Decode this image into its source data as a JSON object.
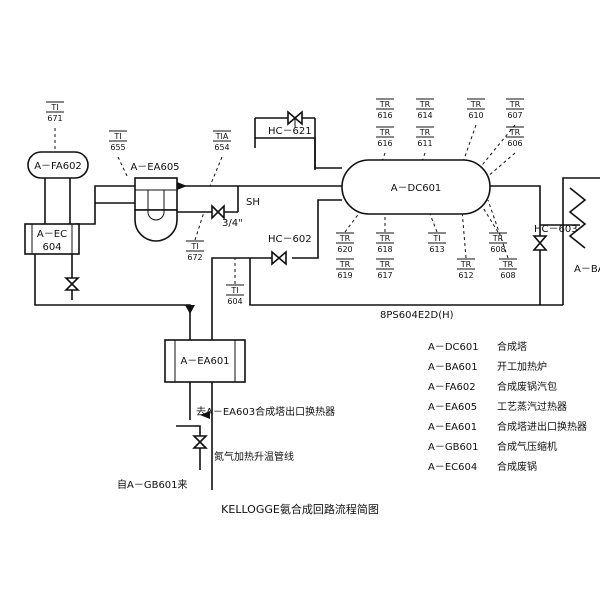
{
  "diagram": {
    "title": "KELLOGGE氨合成回路流程简图",
    "equipment": {
      "fa602": "A－FA602",
      "ea605": "A－EA605",
      "ec604_line1": "A－EC",
      "ec604_line2": "604",
      "dc601": "A－DC601",
      "ea601": "A－EA601",
      "ba_partial": "A－BA"
    },
    "valves": {
      "hc621": "HC－621",
      "hc602": "HC－602",
      "hc603": "HC－603"
    },
    "labels": {
      "sh": "SH",
      "three_quarter": "3/4\"",
      "pipe_spec": "8PS604E2D(H)",
      "to_ea603": "去A－EA603合成塔出口换热器",
      "nitrogen_line": "氮气加热升温管线",
      "from_gb601": "自A－GB601来"
    },
    "instruments": [
      {
        "id": "ti671",
        "type": "TI",
        "num": "671"
      },
      {
        "id": "ti655",
        "type": "TI",
        "num": "655"
      },
      {
        "id": "tia654",
        "type": "TIA",
        "num": "654"
      },
      {
        "id": "ti672",
        "type": "TI",
        "num": "672"
      },
      {
        "id": "ti604",
        "type": "TI",
        "num": "604"
      },
      {
        "id": "tr616a",
        "type": "TR",
        "num": "616"
      },
      {
        "id": "tr614",
        "type": "TR",
        "num": "614"
      },
      {
        "id": "tr610",
        "type": "TR",
        "num": "610"
      },
      {
        "id": "tr607",
        "type": "TR",
        "num": "607"
      },
      {
        "id": "tr616b",
        "type": "TR",
        "num": "616"
      },
      {
        "id": "tr611",
        "type": "TR",
        "num": "611"
      },
      {
        "id": "tr606",
        "type": "TR",
        "num": "606"
      },
      {
        "id": "tr620",
        "type": "TR",
        "num": "620"
      },
      {
        "id": "tr618",
        "type": "TR",
        "num": "618"
      },
      {
        "id": "ti613",
        "type": "TI",
        "num": "613"
      },
      {
        "id": "tr608a",
        "type": "TR",
        "num": "608"
      },
      {
        "id": "tr619",
        "type": "TR",
        "num": "619"
      },
      {
        "id": "tr617",
        "type": "TR",
        "num": "617"
      },
      {
        "id": "tr612",
        "type": "TR",
        "num": "612"
      },
      {
        "id": "tr608b",
        "type": "TR",
        "num": "608"
      }
    ],
    "legend": [
      {
        "code": "A－DC601",
        "name": "合成塔"
      },
      {
        "code": "A－BA601",
        "name": "开工加热炉"
      },
      {
        "code": "A－FA602",
        "name": "合成废锅汽包"
      },
      {
        "code": "A－EA605",
        "name": "工艺蒸汽过热器"
      },
      {
        "code": "A－EA601",
        "name": "合成塔进出口换热器"
      },
      {
        "code": "A－GB601",
        "name": "合成气压缩机"
      },
      {
        "code": "A－EC604",
        "name": "合成废锅"
      }
    ]
  }
}
